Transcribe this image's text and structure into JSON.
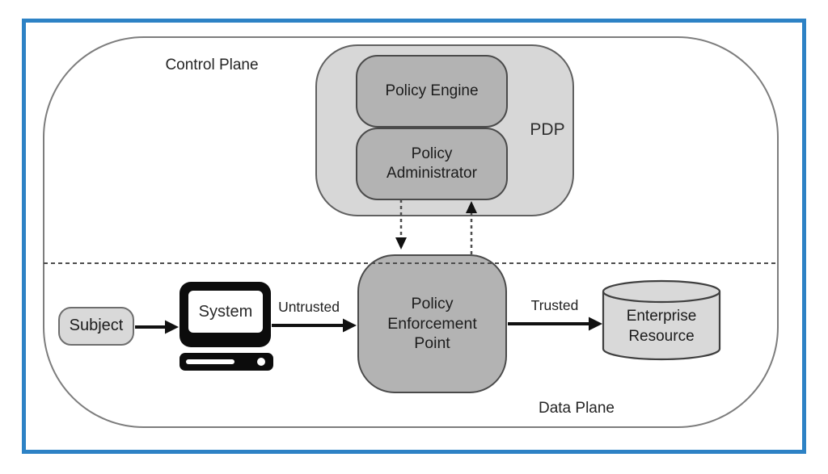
{
  "diagram": {
    "control_plane_label": "Control Plane",
    "data_plane_label": "Data Plane",
    "pdp": {
      "label": "PDP",
      "policy_engine_label": "Policy Engine",
      "policy_administrator_label": "Policy Administrator"
    },
    "pep_label": "Policy Enforcement Point",
    "subject_label": "Subject",
    "system_label": "System",
    "enterprise_resource_label": "Enterprise Resource",
    "untrusted_label": "Untrusted",
    "trusted_label": "Trusted",
    "icons": {
      "system": "computer-icon",
      "enterprise_resource": "database-cylinder-icon"
    }
  },
  "colors": {
    "frame_blue": "#2d82c5",
    "plane_border": "#7d7d7d",
    "container_fill": "#d7d7d7",
    "container_border": "#606060",
    "node_fill": "#b3b3b3",
    "node_border": "#4a4a4a",
    "light_node_fill": "#d9d9d9",
    "arrow_black": "#111111",
    "dashed_gray": "#4d4d4d",
    "text": "#242424"
  }
}
